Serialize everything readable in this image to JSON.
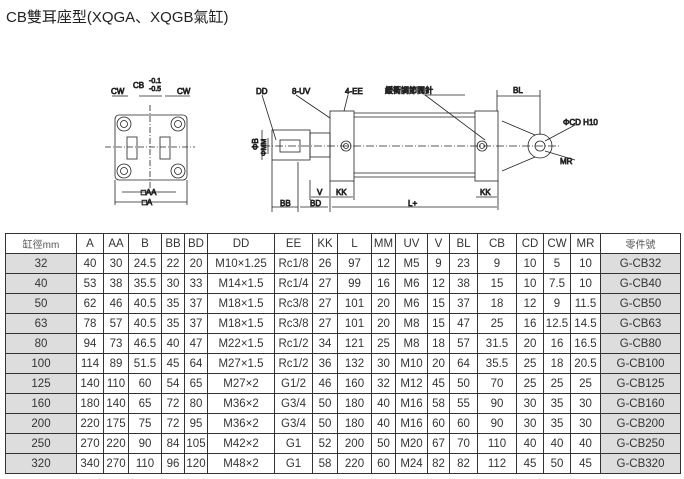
{
  "title": "CB雙耳座型(XQGA、XQGB氣缸)",
  "drawing_labels": {
    "cw_left": "CW",
    "cb": "CB",
    "cb_tol_upper": "-0.1",
    "cb_tol_lower": "-0.5",
    "cw_right": "CW",
    "aa": "□AA",
    "a": "□A",
    "dd": "DD",
    "uv": "8-UV",
    "ee": "4-EE",
    "cushion": "緩衝調節閥針",
    "bl": "BL",
    "phi_b": "ΦB",
    "phi_mm": "ΦMM",
    "cd": "ΦCD H10",
    "mr": "MR",
    "bb": "BB",
    "bd": "BD",
    "v": "V",
    "kk_left": "KK",
    "kk_right": "KK",
    "l": "L+"
  },
  "table": {
    "headers": [
      "缸徑mm",
      "A",
      "AA",
      "B",
      "BB",
      "BD",
      "DD",
      "EE",
      "KK",
      "L",
      "MM",
      "UV",
      "V",
      "BL",
      "CB",
      "CD",
      "CW",
      "MR",
      "零件號"
    ],
    "rows": [
      [
        "32",
        "40",
        "30",
        "24.5",
        "22",
        "20",
        "M10×1.25",
        "Rc1/8",
        "26",
        "97",
        "12",
        "M5",
        "9",
        "23",
        "9",
        "10",
        "5",
        "10",
        "G-CB32"
      ],
      [
        "40",
        "53",
        "38",
        "35.5",
        "30",
        "33",
        "M14×1.5",
        "Rc1/4",
        "27",
        "99",
        "16",
        "M6",
        "12",
        "38",
        "15",
        "10",
        "7.5",
        "10",
        "G-CB40"
      ],
      [
        "50",
        "62",
        "46",
        "40.5",
        "35",
        "37",
        "M18×1.5",
        "Rc3/8",
        "27",
        "101",
        "20",
        "M6",
        "15",
        "37",
        "18",
        "12",
        "9",
        "11.5",
        "G-CB50"
      ],
      [
        "63",
        "78",
        "57",
        "40.5",
        "35",
        "37",
        "M18×1.5",
        "Rc3/8",
        "27",
        "101",
        "20",
        "M8",
        "15",
        "47",
        "25",
        "16",
        "12.5",
        "14.5",
        "G-CB63"
      ],
      [
        "80",
        "94",
        "73",
        "46.5",
        "40",
        "47",
        "M22×1.5",
        "Rc1/2",
        "34",
        "121",
        "25",
        "M8",
        "18",
        "57",
        "31.5",
        "20",
        "16",
        "16.5",
        "G-CB80"
      ],
      [
        "100",
        "114",
        "89",
        "51.5",
        "45",
        "64",
        "M27×1.5",
        "Rc1/2",
        "36",
        "132",
        "30",
        "M10",
        "20",
        "64",
        "35.5",
        "25",
        "18",
        "20.5",
        "G-CB100"
      ],
      [
        "125",
        "140",
        "110",
        "60",
        "54",
        "65",
        "M27×2",
        "G1/2",
        "46",
        "160",
        "32",
        "M12",
        "45",
        "50",
        "70",
        "25",
        "25",
        "25",
        "G-CB125"
      ],
      [
        "160",
        "180",
        "140",
        "65",
        "72",
        "80",
        "M36×2",
        "G3/4",
        "50",
        "180",
        "40",
        "M16",
        "58",
        "55",
        "90",
        "30",
        "35",
        "30",
        "G-CB160"
      ],
      [
        "200",
        "220",
        "175",
        "75",
        "72",
        "95",
        "M36×2",
        "G3/4",
        "50",
        "180",
        "40",
        "M16",
        "60",
        "60",
        "90",
        "30",
        "35",
        "30",
        "G-CB200"
      ],
      [
        "250",
        "270",
        "220",
        "90",
        "84",
        "105",
        "M42×2",
        "G1",
        "52",
        "200",
        "50",
        "M20",
        "67",
        "70",
        "110",
        "40",
        "40",
        "40",
        "G-CB250"
      ],
      [
        "320",
        "340",
        "270",
        "110",
        "96",
        "120",
        "M48×2",
        "G1",
        "58",
        "220",
        "60",
        "M24",
        "82",
        "82",
        "112",
        "45",
        "50",
        "45",
        "G-CB320"
      ]
    ]
  }
}
